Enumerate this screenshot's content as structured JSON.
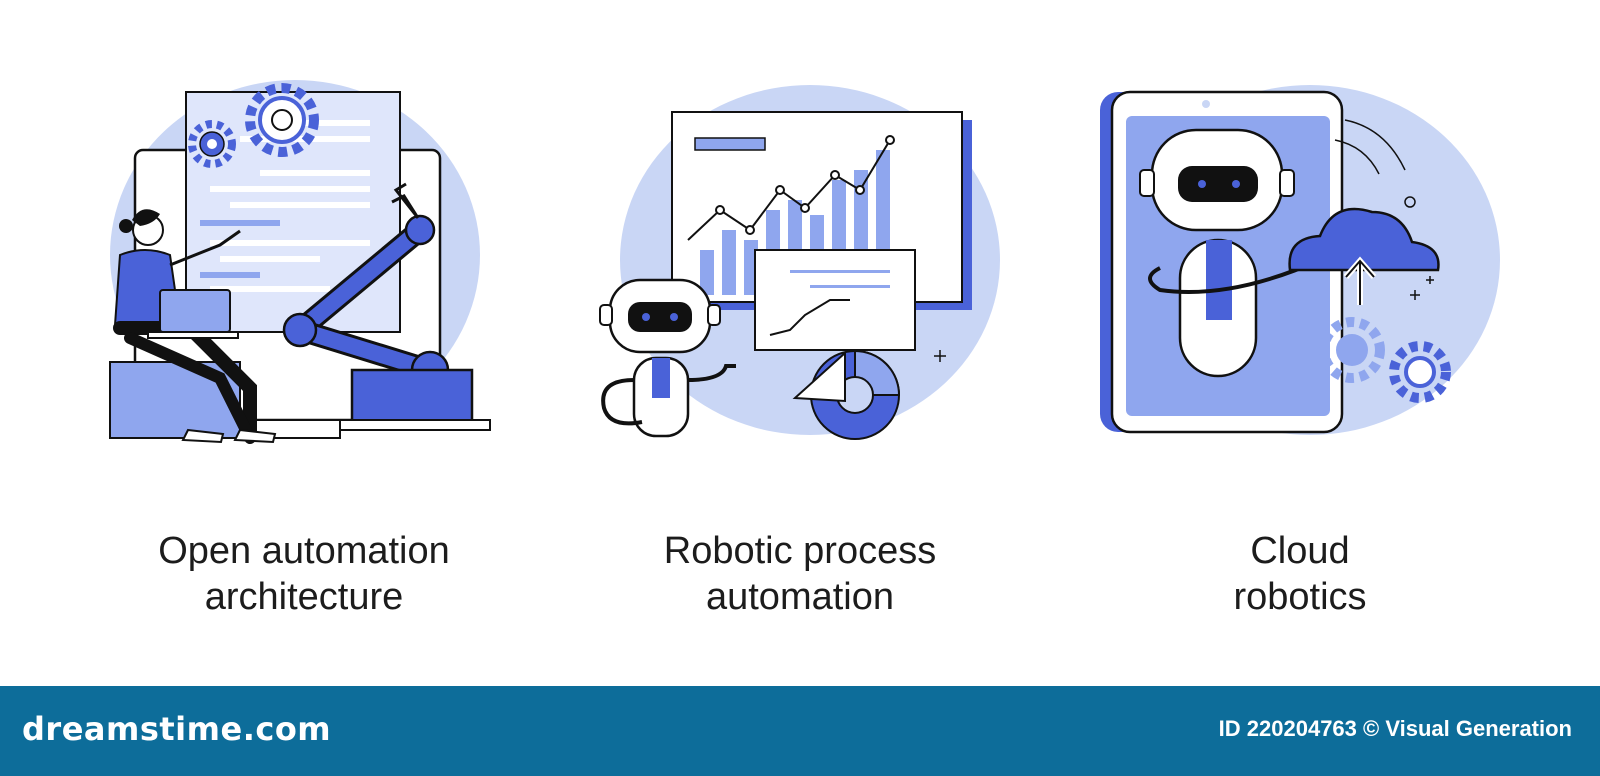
{
  "illustrations": [
    {
      "caption_line1": "Open automation",
      "caption_line2": "architecture",
      "icon": "automation-architecture-illustration"
    },
    {
      "caption_line1": "Robotic process",
      "caption_line2": "automation",
      "icon": "robotic-process-illustration"
    },
    {
      "caption_line1": "Cloud",
      "caption_line2": "robotics",
      "icon": "cloud-robotics-illustration"
    }
  ],
  "footer": {
    "brand": "dreamstime.com",
    "credit": "ID 220204763 © Visual Generation"
  },
  "colors": {
    "accent_blue": "#4a62d8",
    "light_blue": "#c9d6f5",
    "mid_blue": "#8fa6ee",
    "ink": "#111111",
    "footer_bg": "#0d6d9a"
  }
}
